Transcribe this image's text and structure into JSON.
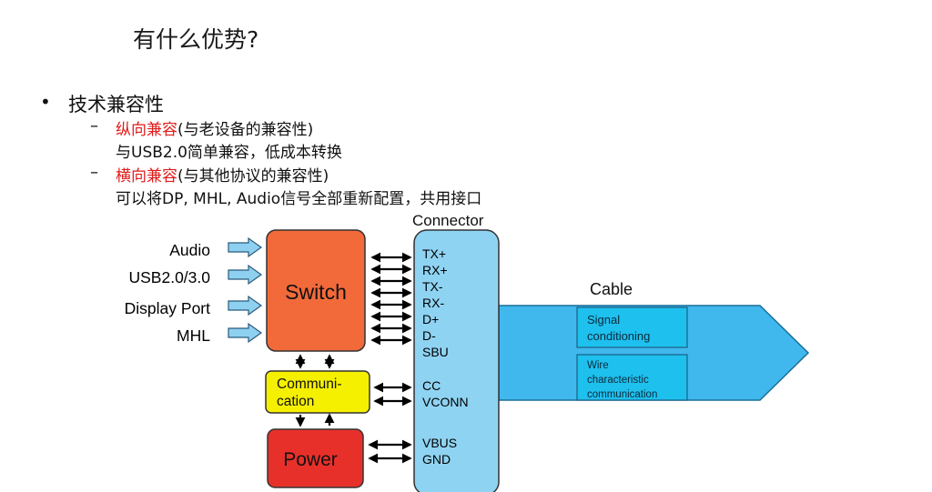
{
  "slide": {
    "title": "有什么优势?",
    "bullet": "技术兼容性",
    "dash": "–",
    "items": [
      {
        "highlight": "纵向兼容",
        "paren": "(与老设备的兼容性)",
        "detail": "与USB2.0简单兼容，低成本转换"
      },
      {
        "highlight": "横向兼容",
        "paren": "(与其他协议的兼容性)",
        "detail": "可以将DP, MHL, Audio信号全部重新配置，共用接口"
      }
    ]
  },
  "diagram": {
    "inputs": [
      "Audio",
      "USB2.0/3.0",
      "Display Port",
      "MHL"
    ],
    "switch": "Switch",
    "communication": [
      "Communi-",
      "cation"
    ],
    "power": "Power",
    "connector_title": "Connector",
    "connector_pins": [
      "TX+",
      "RX+",
      "TX-",
      "RX-",
      "D+",
      "D-",
      "SBU",
      "CC",
      "VCONN",
      "VBUS",
      "GND"
    ],
    "cable_title": "Cable",
    "cable_boxes": [
      {
        "lines": [
          "Signal",
          "conditioning"
        ]
      },
      {
        "lines": [
          "Wire",
          "characteristic",
          "communication"
        ]
      }
    ]
  },
  "colors": {
    "switch": "#f26a3a",
    "communication": "#f5f000",
    "power": "#e8302b",
    "connector": "#8fd3f2",
    "cable": "#40b8ee",
    "cable_box": "#1ec0ee",
    "input_arrow": "#8ed0f0",
    "highlight": "#e11b1b"
  }
}
